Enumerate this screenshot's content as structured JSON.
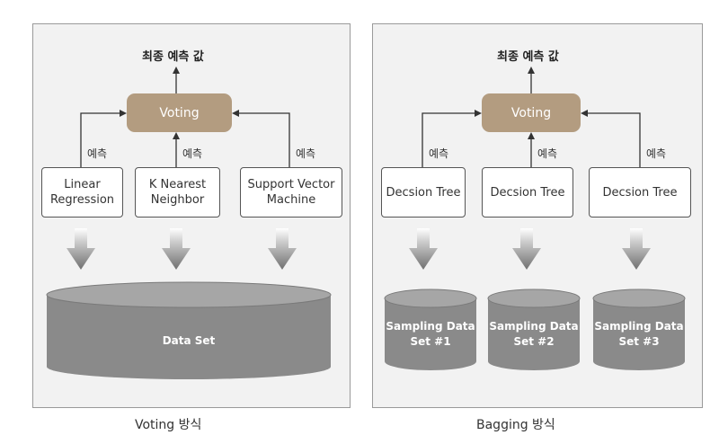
{
  "colors": {
    "voting_fill": "#b39c80",
    "cylinder_fill": "#8a8a8a",
    "panel_fill": "#f2f2f2"
  },
  "voting": {
    "final_label": "최종 예측 값",
    "vote_label": "Voting",
    "predict_label": "예측",
    "models": [
      "Linear\nRegression",
      "K Nearest\nNeighbor",
      "Support Vector\nMachine"
    ],
    "dataset_label": "Data Set",
    "caption": "Voting 방식"
  },
  "bagging": {
    "final_label": "최종 예측 값",
    "vote_label": "Voting",
    "predict_label": "예측",
    "models": [
      "Decsion Tree",
      "Decsion Tree",
      "Decsion Tree"
    ],
    "samples": [
      "Sampling Data\nSet #1",
      "Sampling Data\nSet #2",
      "Sampling Data\nSet #3"
    ],
    "caption": "Bagging 방식"
  }
}
